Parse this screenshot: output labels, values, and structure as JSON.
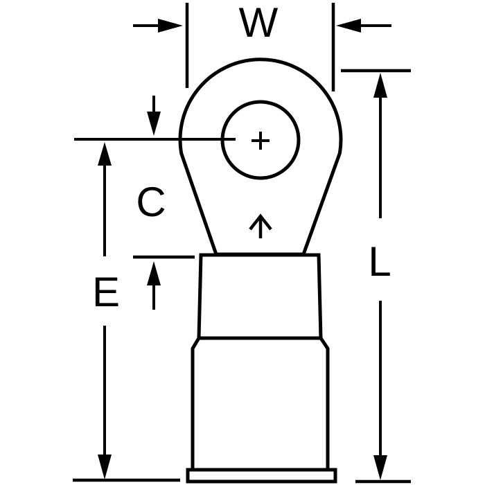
{
  "diagram": {
    "kind": "ring-terminal-dimension-drawing",
    "labels": {
      "w": "W",
      "c": "C",
      "e": "E",
      "l": "L"
    },
    "colors": {
      "insulation_fill": "#FFEB00",
      "line": "#000000",
      "background": "#FFFFFF"
    }
  }
}
